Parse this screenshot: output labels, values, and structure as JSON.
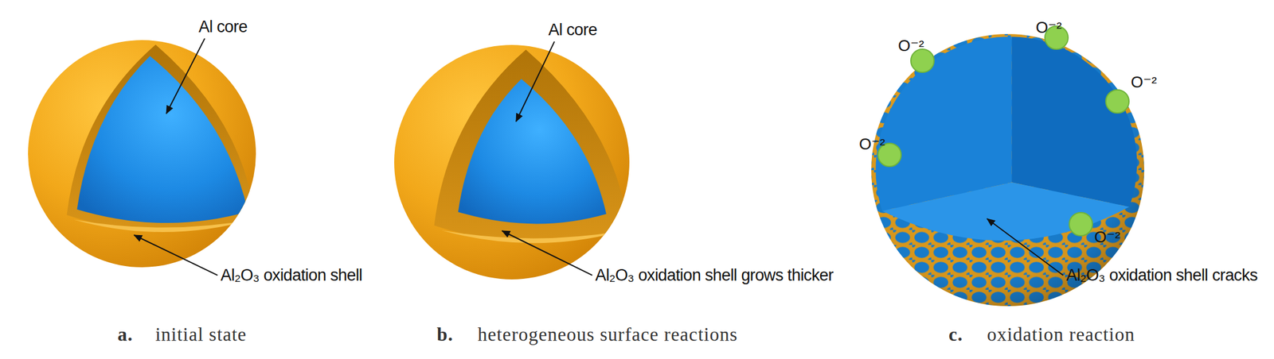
{
  "diagram": {
    "labels": [
      "Al core",
      "Al₂O₃ oxidation shell",
      "a.",
      "initial state",
      "Al core",
      "Al₂O₃ oxidation shell grows thicker",
      "b.",
      "heterogeneous surface reactions",
      "O⁻²",
      "O⁻²",
      "O⁻²",
      "O⁻²",
      "O⁻²",
      "Al₂O₃ oxidation shell cracks",
      "c.",
      "oxidation reaction"
    ]
  }
}
